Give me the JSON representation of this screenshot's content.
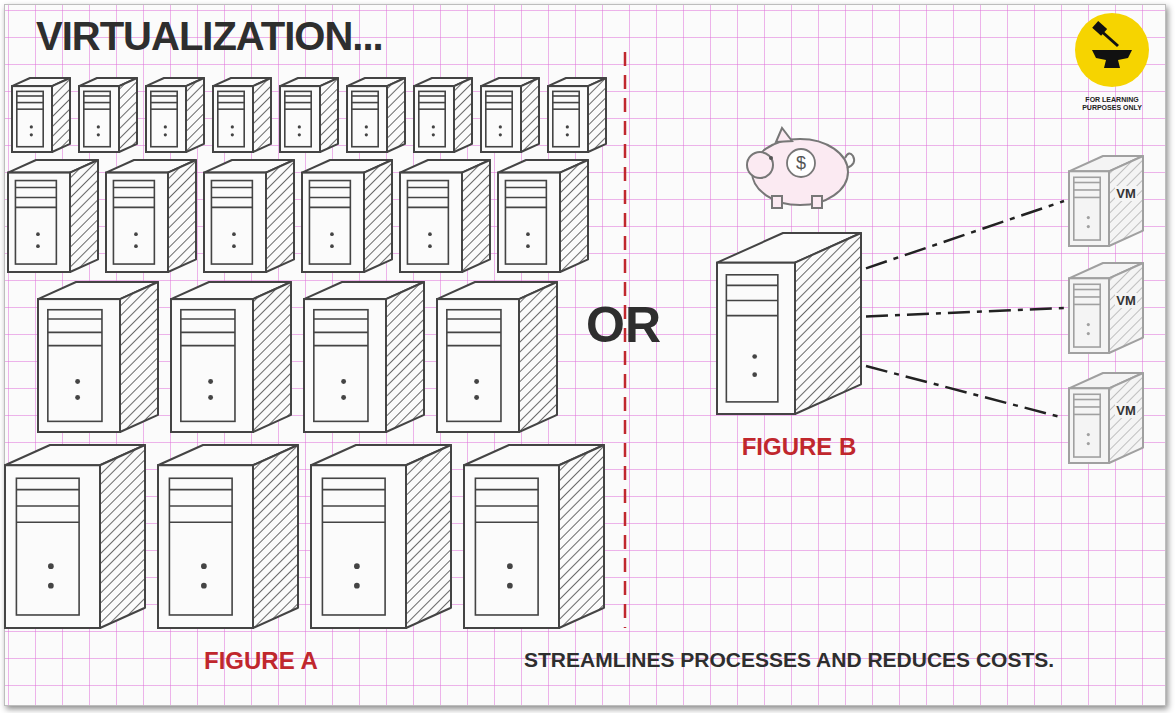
{
  "diagram": {
    "title": "VIRTUALIZATION...",
    "caption": "STREAMLINES PROCESSES AND REDUCES COSTS.",
    "nodes": [
      {
        "text": [
          "FIGURE B"
        ]
      },
      {
        "text": [
          "VM"
        ]
      },
      {
        "text": [
          "VM"
        ]
      },
      {
        "text": [
          "VM"
        ]
      }
    ],
    "edges": [
      {
        "from": 0,
        "to": 1,
        "arrow": "none"
      },
      {
        "from": 0,
        "to": 2,
        "arrow": "none"
      },
      {
        "from": 0,
        "to": 3,
        "arrow": "none"
      }
    ],
    "labels": [
      "OR",
      "FIGURE A",
      "$",
      "FOR LEARNING PURPOSES ONLY"
    ]
  }
}
